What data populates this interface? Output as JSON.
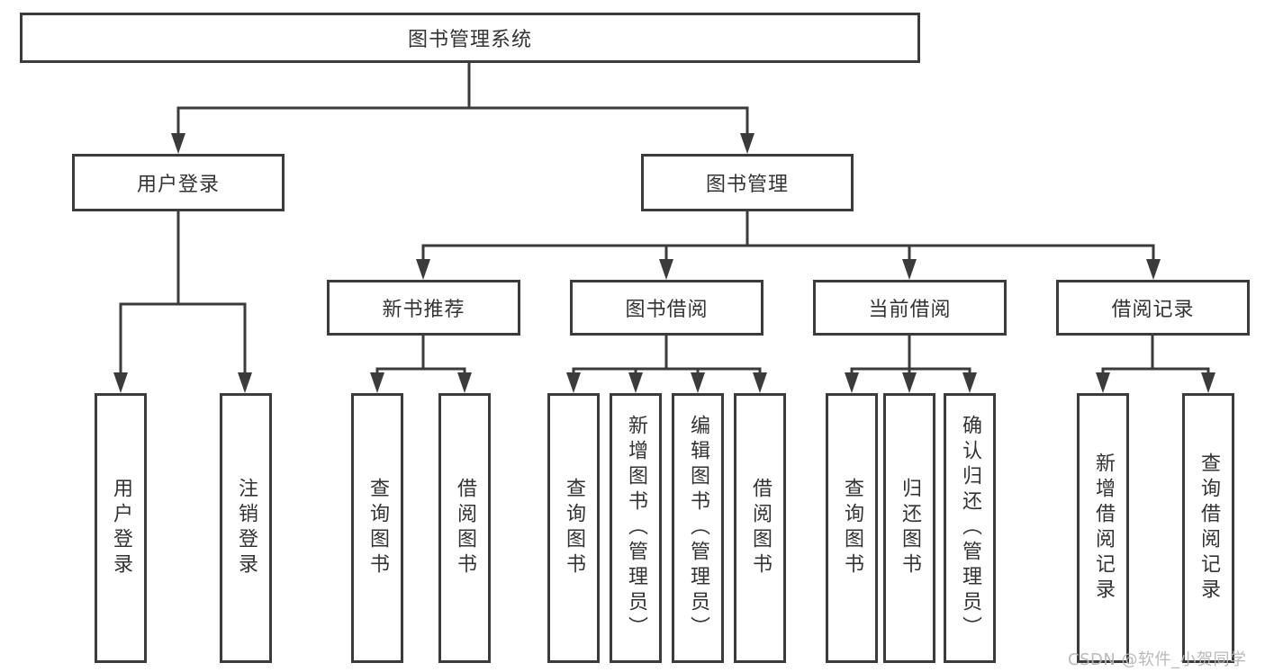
{
  "watermark": "CSDN @软件_小贺同学",
  "colors": {
    "line": "#3b3b3b",
    "border": "#3b3b3b",
    "text": "#333333",
    "watermark": "#b6b6b6",
    "background": "#ffffff"
  },
  "tree": {
    "root": {
      "label": "图书管理系统"
    },
    "branches": [
      {
        "label": "用户登录",
        "children": [
          {
            "label": "用户登录"
          },
          {
            "label": "注销登录"
          }
        ]
      },
      {
        "label": "图书管理",
        "children": [
          {
            "label": "新书推荐",
            "children": [
              {
                "label": "查询图书"
              },
              {
                "label": "借阅图书"
              }
            ]
          },
          {
            "label": "图书借阅",
            "children": [
              {
                "label": "查询图书"
              },
              {
                "label": "新增图书（管理员）"
              },
              {
                "label": "编辑图书（管理员）"
              },
              {
                "label": "借阅图书"
              }
            ]
          },
          {
            "label": "当前借阅",
            "children": [
              {
                "label": "查询图书"
              },
              {
                "label": "归还图书"
              },
              {
                "label": "确认归还（管理员）"
              }
            ]
          },
          {
            "label": "借阅记录",
            "children": [
              {
                "label": "新增借阅记录"
              },
              {
                "label": "查询借阅记录"
              }
            ]
          }
        ]
      }
    ]
  }
}
